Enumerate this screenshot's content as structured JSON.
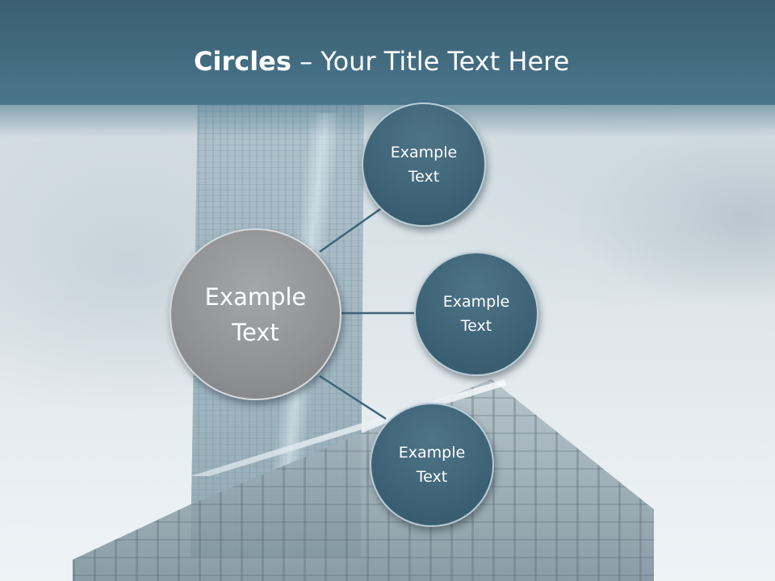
{
  "slide": {
    "title_bold": "Circles",
    "title_rest": " – Your Title Text Here"
  },
  "diagram": {
    "center": {
      "text": "Example\nText"
    },
    "nodes": [
      {
        "text": "Example\nText"
      },
      {
        "text": "Example\nText"
      },
      {
        "text": "Example\nText"
      }
    ]
  },
  "colors": {
    "header": "#426b80",
    "node_fill": "#3f6477",
    "center_fill": "#8f9194",
    "connector": "#3f6477"
  }
}
